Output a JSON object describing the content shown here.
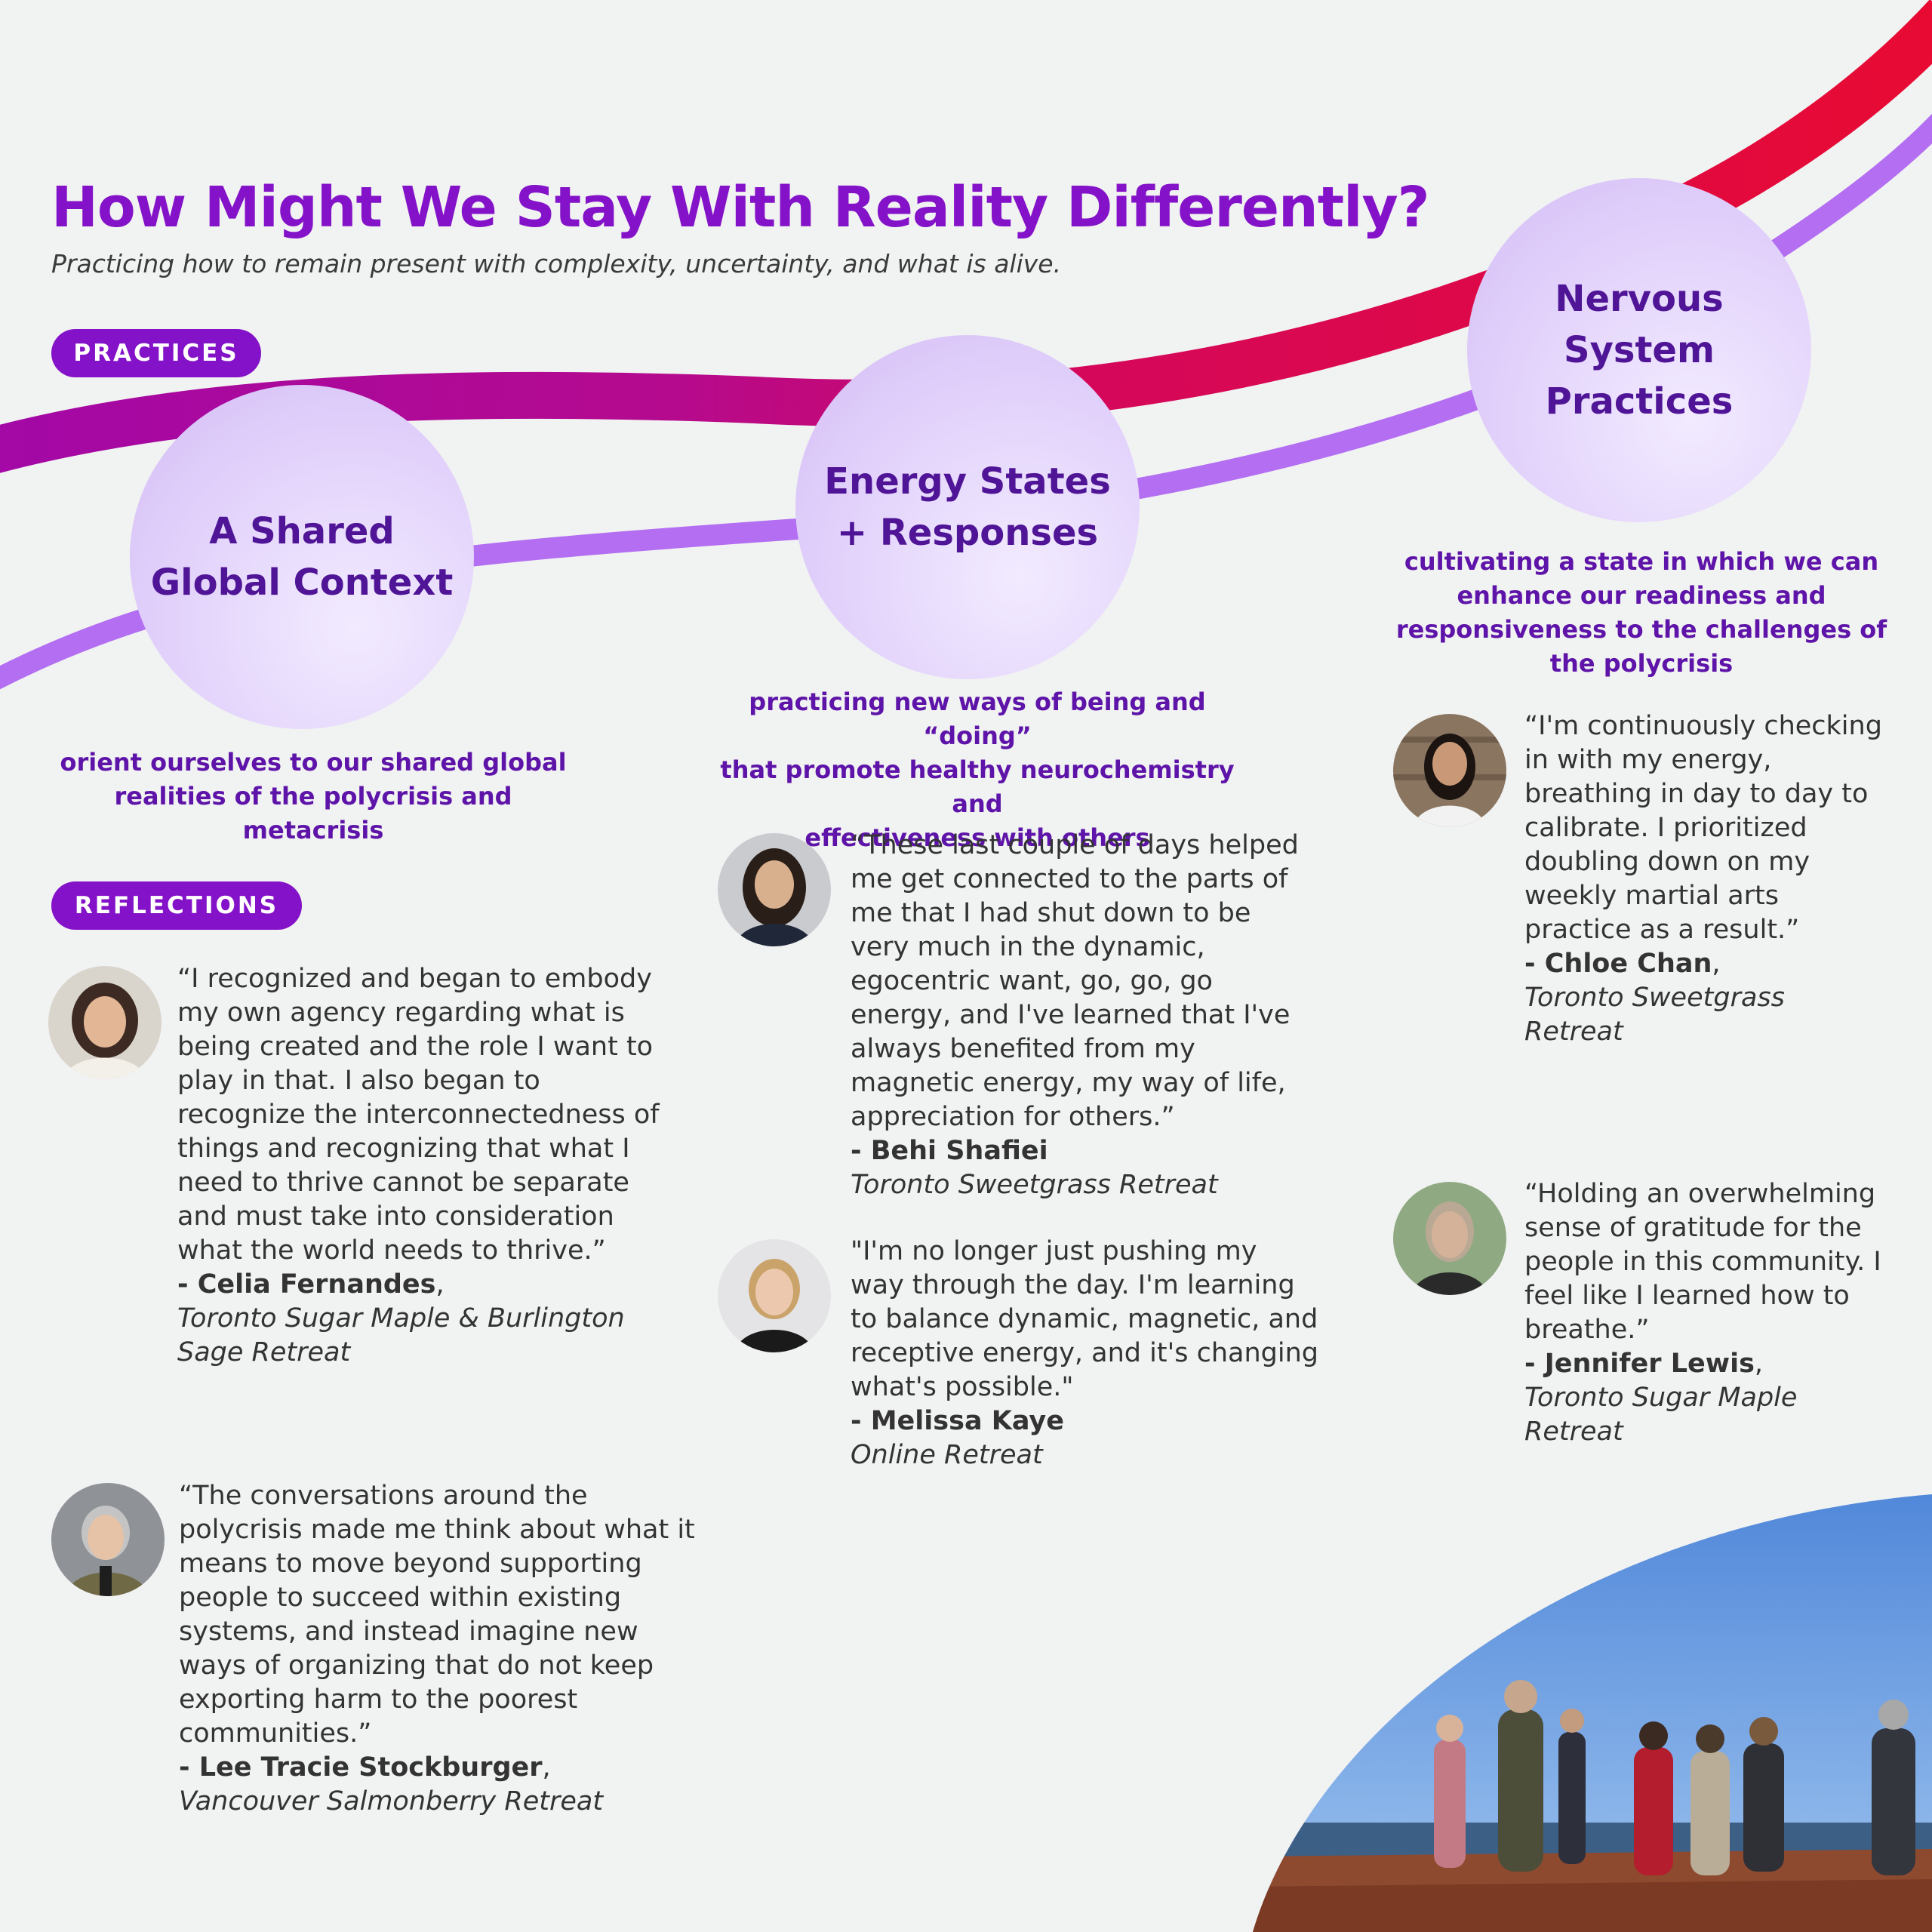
{
  "header": {
    "title": "How Might We Stay With Reality Differently?",
    "subtitle": "Practicing how to remain present with complexity, uncertainty, and what is alive."
  },
  "sections": {
    "practices_label": "PRACTICES",
    "reflections_label": "REFLECTIONS"
  },
  "practices": [
    {
      "title": "A Shared\nGlobal Context",
      "description": "orient ourselves to our shared global\nrealities of the polycrisis and\nmetacrisis"
    },
    {
      "title": "Energy States\n+ Responses",
      "description": "practicing new ways of being and “doing”\nthat promote healthy neurochemistry and\neffectiveness with others"
    },
    {
      "title": "Nervous\nSystem\nPractices",
      "description": "cultivating a state in which we can\nenhance our readiness and\nresponsiveness to the challenges of\nthe polycrisis"
    }
  ],
  "testimonials": [
    {
      "quote": "“I recognized and began to embody my own agency regarding what is being created and the role I want to play in that. I also began to recognize the interconnectedness of things and recognizing that what I need to thrive cannot be separate and must take into consideration what the world needs to thrive.”",
      "name": "- Celia Fernandes",
      "event": "Toronto Sugar Maple & Burlington Sage Retreat"
    },
    {
      "quote": "“The conversations around the polycrisis made me think about what it means to move beyond supporting people to succeed within existing systems, and instead imagine new ways of organizing that do not keep exporting harm to the poorest communities.”",
      "name": "- Lee Tracie Stockburger",
      "event": "Vancouver Salmonberry Retreat"
    },
    {
      "quote": "“These last couple of days helped me get connected to the parts of me that I had shut down to be very much in the dynamic, egocentric want, go, go, go energy, and I've learned that I've always benefited from my magnetic energy, my way of life, appreciation for others.”",
      "name": "- Behi Shafiei",
      "event": "Toronto Sweetgrass Retreat"
    },
    {
      "quote": "\"I'm no longer just pushing my way through the day. I'm learning to balance dynamic, magnetic, and receptive energy, and it's changing what's possible.\"",
      "name": "- Melissa Kaye",
      "event": "Online Retreat"
    },
    {
      "quote": "“I'm continuously checking in with my energy, breathing in day to day to calibrate. I prioritized doubling down on my weekly martial arts practice as a result.”",
      "name": "- Chloe Chan",
      "event": "Toronto Sweetgrass Retreat"
    },
    {
      "quote": "“Holding an overwhelming sense of gratitude for the people in this community. I feel like I learned how to breathe.”",
      "name": "- Jennifer Lewis",
      "event": "Toronto Sugar Maple Retreat"
    }
  ],
  "punctuation": {
    "comma": ","
  },
  "colors": {
    "accent_purple": "#8412c8",
    "circle_text": "#4f1596",
    "description_text": "#5e14a8",
    "ribbon_red": "#e30c3a",
    "ribbon_lilac": "#b36ef2",
    "background": "#f1f2f2"
  }
}
